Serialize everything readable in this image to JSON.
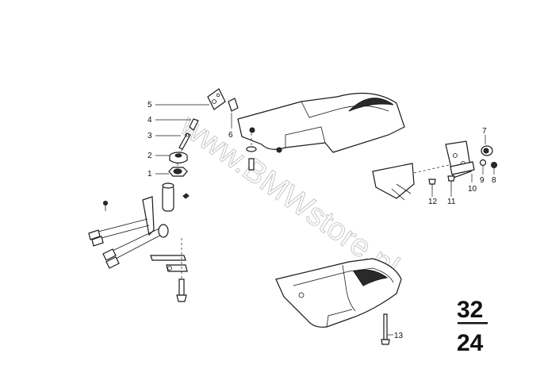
{
  "watermark": "www.BMWstore.pl",
  "group": {
    "top": "32",
    "bottom": "24"
  },
  "callouts": {
    "c1": "1",
    "c2": "2",
    "c3": "3",
    "c4": "4",
    "c5": "5",
    "c6": "6",
    "c7": "7",
    "c8": "8",
    "c9": "9",
    "c10": "10",
    "c11": "11",
    "c12": "12",
    "c13": "13"
  }
}
